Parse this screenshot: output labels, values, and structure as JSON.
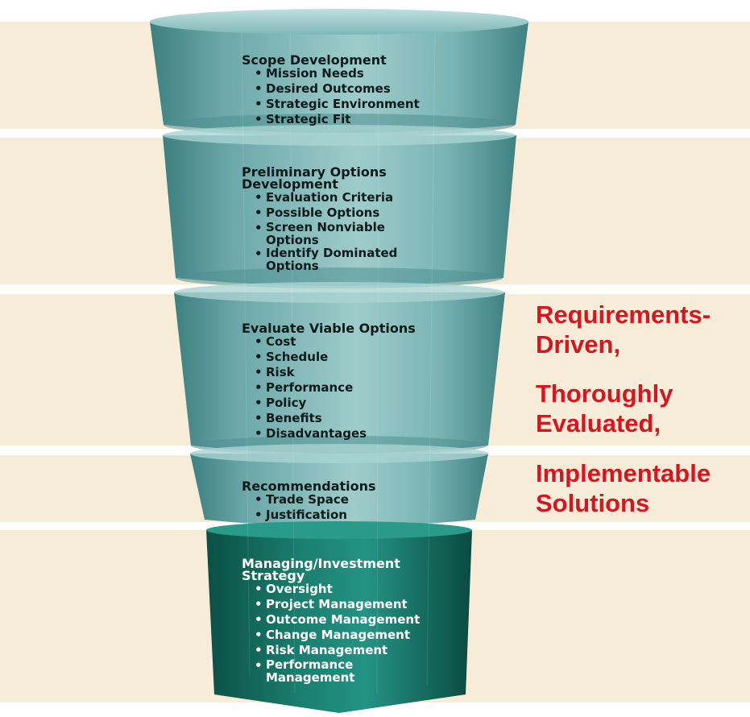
{
  "stages": [
    {
      "title": "Scope Development",
      "items": [
        "Mission Needs",
        "Desired Outcomes",
        "Strategic Environment",
        "Strategic Fit"
      ]
    },
    {
      "title_lines": [
        "Preliminary Options",
        "Development"
      ],
      "items": [
        "Evaluation Criteria",
        "Possible Options",
        "Screen Nonviable",
        "Options",
        "Identify Dominated",
        "Options"
      ]
    },
    {
      "title": "Evaluate Viable Options",
      "items": [
        "Cost",
        "Schedule",
        "Risk",
        "Performance",
        "Policy",
        "Benefits",
        "Disadvantages"
      ]
    },
    {
      "title": "Recommendations",
      "items": [
        "Trade Space",
        "Justification"
      ]
    },
    {
      "title_lines": [
        "Managing/Investment",
        "Strategy"
      ],
      "items": [
        "Oversight",
        "Project Management",
        "Outcome Management",
        "Change Management",
        "Risk Management",
        "Performance",
        "Management"
      ]
    }
  ],
  "tagline": {
    "line1": "Requirements-",
    "line2": "Driven,",
    "line3": "Thoroughly",
    "line4": "Evaluated,",
    "line5": "Implementable",
    "line6": "Solutions"
  },
  "colors": {
    "band": "#f7ecd8",
    "funnel_light": "#8fc3c3",
    "funnel_mid": "#6aa6a8",
    "funnel_dark": "#2a6e6c",
    "spout_top": "#1f8a7a",
    "spout_bottom": "#0b4f45",
    "tagline": "#d8151f"
  }
}
